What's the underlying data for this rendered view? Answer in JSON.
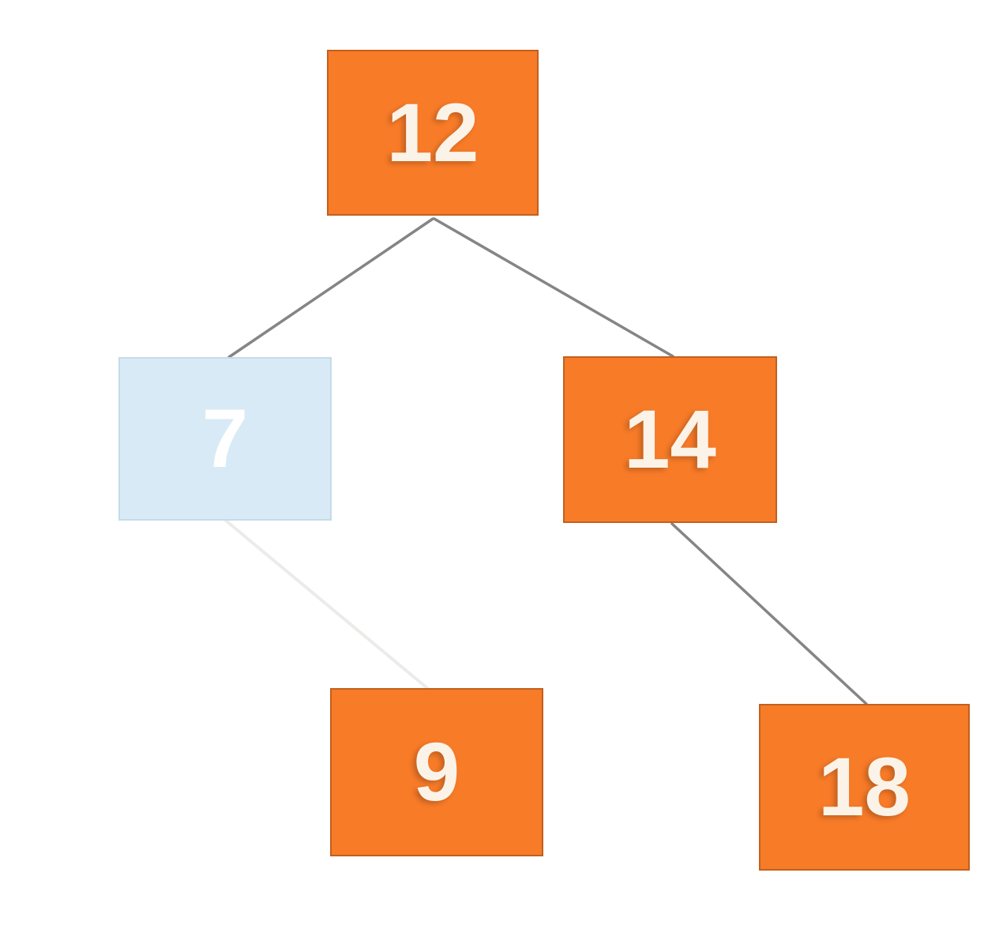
{
  "diagram": {
    "type": "binary-tree",
    "nodes": [
      {
        "id": "n12",
        "value": "12",
        "role": "root",
        "state": "default"
      },
      {
        "id": "n7",
        "value": "7",
        "role": "left-child-of-12",
        "state": "faded-highlight"
      },
      {
        "id": "n14",
        "value": "14",
        "role": "right-child-of-12",
        "state": "default"
      },
      {
        "id": "n9",
        "value": "9",
        "role": "right-child-of-7",
        "state": "default"
      },
      {
        "id": "n18",
        "value": "18",
        "role": "right-child-of-14",
        "state": "default"
      }
    ],
    "edges": [
      {
        "from": "12",
        "to": "7",
        "style": "solid"
      },
      {
        "from": "12",
        "to": "14",
        "style": "solid"
      },
      {
        "from": "7",
        "to": "9",
        "style": "faded"
      },
      {
        "from": "14",
        "to": "18",
        "style": "solid"
      }
    ],
    "colors": {
      "background": "#FFFFFF",
      "node_fill": "#F87B28",
      "node_text": "#FBF3E8",
      "faded_node_fill": "#D8EAF5",
      "faded_node_text": "#FFFFFF",
      "edge_stroke": "#858585",
      "faded_edge_stroke": "#EBEBE9"
    }
  }
}
